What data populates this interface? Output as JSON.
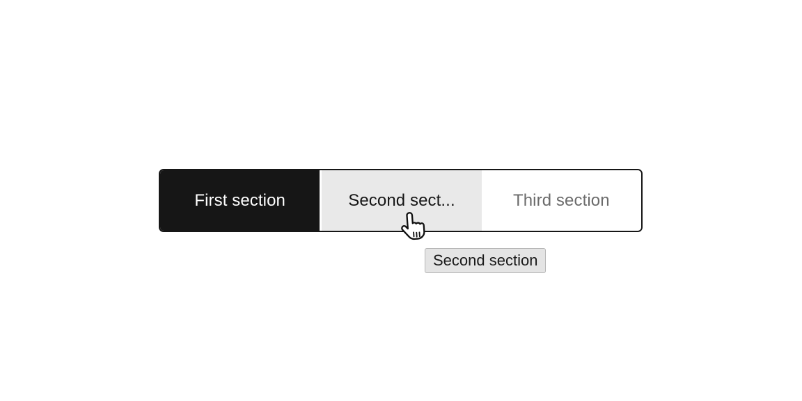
{
  "content_switcher": {
    "sections": [
      {
        "label": "First section",
        "state": "selected"
      },
      {
        "label": "Second sect...",
        "state": "hover",
        "full_label": "Second section",
        "truncated": true
      },
      {
        "label": "Third section",
        "state": "default"
      }
    ],
    "colors": {
      "selected_bg": "#161616",
      "selected_text": "#ffffff",
      "hover_bg": "#e9e9e9",
      "hover_text": "#161616",
      "default_bg": "#ffffff",
      "default_text": "#6b6b6b",
      "border": "#161616"
    }
  },
  "tooltip": {
    "text": "Second section",
    "bg": "#e4e4e4",
    "border": "#b5b5b5",
    "text_color": "#1a1a1a"
  },
  "icons": {
    "cursor": "hand-pointer"
  }
}
